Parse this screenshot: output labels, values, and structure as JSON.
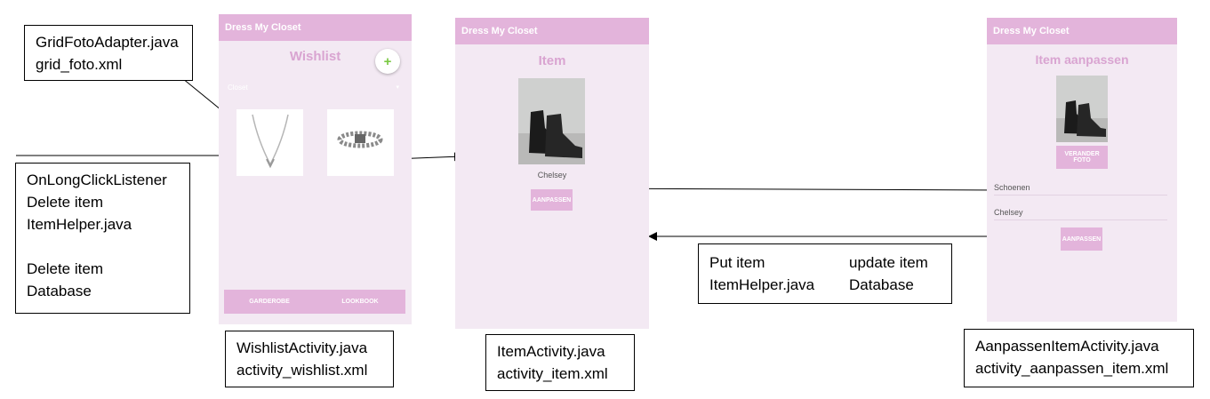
{
  "annotations": {
    "grid_adapter": [
      "GridFotoAdapter.java",
      "grid_foto.xml"
    ],
    "long_click": [
      "OnLongClickListener",
      "Delete item",
      "ItemHelper.java",
      "",
      "Delete item",
      "Database"
    ],
    "wishlist_activity": [
      "WishlistActivity.java",
      "activity_wishlist.xml"
    ],
    "item_activity": [
      "ItemActivity.java",
      "activity_item.xml"
    ],
    "put_item": [
      "Put item",
      "ItemHelper.java"
    ],
    "update_item": [
      "update item",
      "Database"
    ],
    "aanpassen_activity": [
      "AanpassenItemActivity.java",
      "activity_aanpassen_item.xml"
    ]
  },
  "wishlist_screen": {
    "app_title": "Dress My Closet",
    "page_title": "Wishlist",
    "fab_label": "+",
    "spinner_label": "Closet",
    "nav": [
      "GARDEROBE",
      "LOOKBOOK"
    ]
  },
  "item_screen": {
    "app_title": "Dress My Closet",
    "page_title": "Item",
    "item_name": "Chelsey",
    "edit_button": "AANPASSEN"
  },
  "edit_screen": {
    "app_title": "Dress My Closet",
    "page_title": "Item aanpassen",
    "change_photo_button": "VERANDER FOTO",
    "category_value": "Schoenen",
    "name_value": "Chelsey",
    "save_button": "AANPASSEN"
  },
  "colors": {
    "app_bar": "#e3b4db",
    "screen_bg": "#f3e9f3",
    "title": "#d9a4d1",
    "fab_plus": "#7ac943"
  }
}
